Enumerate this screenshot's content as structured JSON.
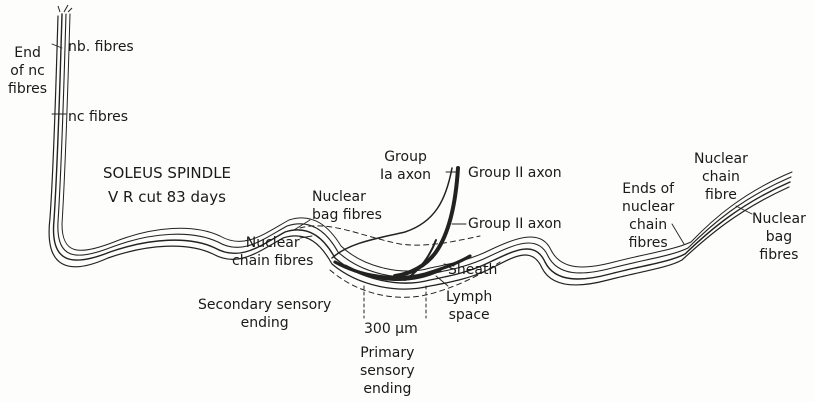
{
  "labels": {
    "end_of_nc_fibres": [
      "End",
      "of nc",
      "fibres"
    ],
    "nb_fibres": "nb. fibres",
    "nc_fibres": "nc fibres",
    "title_line1": "SOLEUS SPINDLE",
    "title_line2": "V R  cut 83 days",
    "group_ia_axon": [
      "Group",
      "Ia axon"
    ],
    "group_ii_axon_upper": "Group II axon",
    "group_ii_axon_lower": "Group II axon",
    "nuclear_bag_fibres_mid": [
      "Nuclear",
      "bag fibres"
    ],
    "nuclear_chain_fibres_left": [
      "Nuclear",
      "chain fibres"
    ],
    "sheath": "Sheath",
    "lymph_space": [
      "Lymph",
      "space"
    ],
    "secondary_sensory_ending": [
      "Secondary sensory",
      "ending"
    ],
    "scale_bar": "300 µm",
    "primary_sensory_ending": [
      "Primary",
      "sensory",
      "ending"
    ],
    "ends_of_nuclear_chain_fibres": [
      "Ends of",
      "nuclear",
      "chain",
      "fibres"
    ],
    "nuclear_chain_fibre_right": [
      "Nuclear",
      "chain",
      "fibre"
    ],
    "nuclear_bag_fibres_right": [
      "Nuclear",
      "bag",
      "fibres"
    ]
  }
}
